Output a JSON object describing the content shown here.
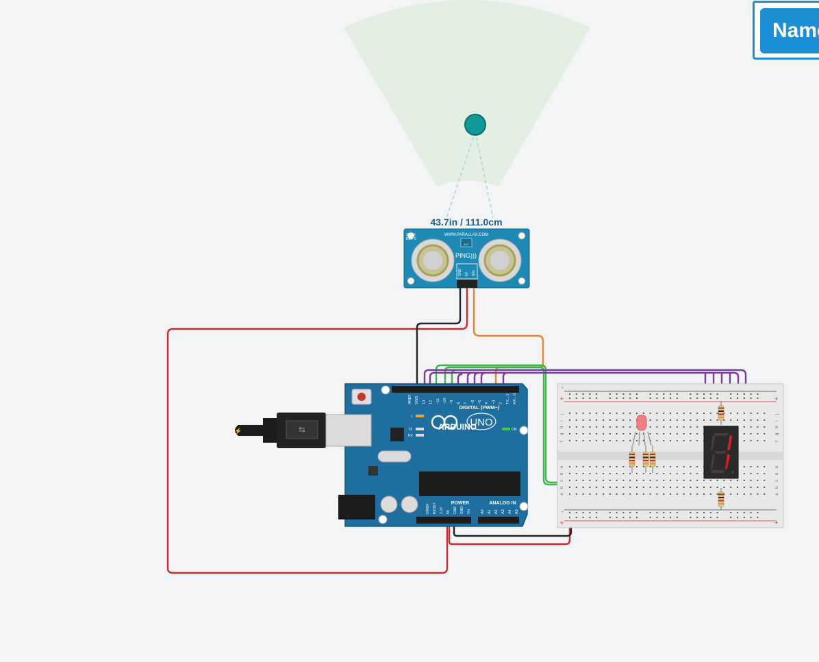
{
  "toolbar": {
    "name_button_label": "Name"
  },
  "sensor": {
    "distance_readout": "43.7in / 111.0cm",
    "board_rev": "28015",
    "board_rev2": "REV C",
    "brand_url": "WWW.PARALLAX.COM",
    "act_label": "ACT",
    "ping_label": "PING)))",
    "pins": [
      "GND",
      "5V",
      "SIG"
    ]
  },
  "arduino": {
    "brand": "ARDUINO",
    "model": "UNO",
    "digital_label": "DIGITAL (PWM~)",
    "power_label": "POWER",
    "analog_label": "ANALOG IN",
    "on_label": "ON",
    "tx_label": "TX",
    "rx_label": "RX",
    "l_label": "L",
    "header_labels": [
      "AREF",
      "GND",
      "13",
      "12",
      "~11",
      "~10",
      "~9",
      "8",
      "7",
      "~6",
      "~5",
      "4",
      "~3",
      "2",
      "TX→1",
      "RX←0"
    ],
    "power_pins": [
      "IOREF",
      "RESET",
      "3.3V",
      "5V",
      "GND",
      "GND",
      "Vin"
    ],
    "analog_pins": [
      "A0",
      "A1",
      "A2",
      "A3",
      "A4",
      "A5"
    ]
  },
  "breadboard": {
    "row_letters_top": [
      "j",
      "i",
      "h",
      "g",
      "f"
    ],
    "row_letters_bottom": [
      "e",
      "d",
      "c",
      "b",
      "a"
    ],
    "plus": "+",
    "minus": "-"
  },
  "colors": {
    "background": "#f3f4f6",
    "arduino_blue": "#1f6ea0",
    "sensor_teal": "#1d8ab5",
    "wire_red": "#d1282b",
    "wire_black": "#222222",
    "wire_orange": "#e8832a",
    "wire_green": "#3bb54a",
    "wire_purple": "#7b3aa0",
    "accent_button": "#1d8fd6",
    "detection_zone": "#e2efe2",
    "target_dot": "#129999"
  }
}
